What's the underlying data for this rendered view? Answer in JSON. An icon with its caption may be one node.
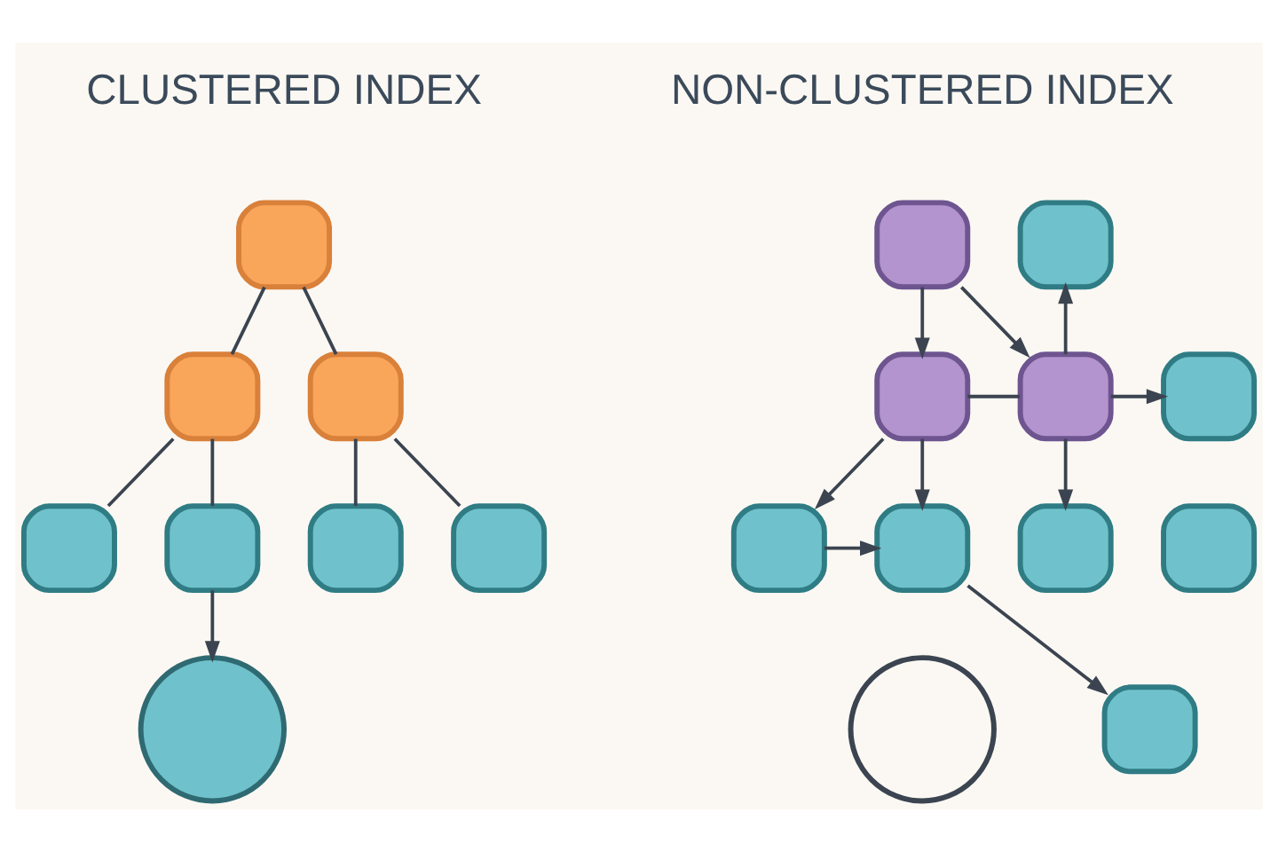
{
  "diagram": {
    "nodes": [
      {
        "text": [],
        "shape": "box"
      },
      {
        "text": [],
        "shape": "box"
      },
      {
        "text": [],
        "shape": "box"
      },
      {
        "text": [],
        "shape": "box"
      },
      {
        "text": [],
        "shape": "box"
      },
      {
        "text": [],
        "shape": "box"
      },
      {
        "text": [],
        "shape": "box"
      },
      {
        "text": [],
        "shape": "circle"
      },
      {
        "text": [],
        "shape": "box"
      },
      {
        "text": [],
        "shape": "box"
      },
      {
        "text": [],
        "shape": "box"
      },
      {
        "text": [],
        "shape": "box"
      },
      {
        "text": [],
        "shape": "box"
      },
      {
        "text": [],
        "shape": "box"
      },
      {
        "text": [],
        "shape": "box"
      },
      {
        "text": [],
        "shape": "box"
      },
      {
        "text": [],
        "shape": "box"
      },
      {
        "text": [],
        "shape": "box"
      },
      {
        "text": [],
        "shape": "circle"
      }
    ],
    "edges": [
      {
        "from": 0,
        "to": 1,
        "arrow": "none"
      },
      {
        "from": 0,
        "to": 2,
        "arrow": "none"
      },
      {
        "from": 1,
        "to": 3,
        "arrow": "none"
      },
      {
        "from": 1,
        "to": 4,
        "arrow": "none"
      },
      {
        "from": 2,
        "to": 5,
        "arrow": "none"
      },
      {
        "from": 2,
        "to": 6,
        "arrow": "none"
      },
      {
        "from": 4,
        "to": 7,
        "arrow": "to"
      },
      {
        "from": 8,
        "to": 9,
        "arrow": "to"
      },
      {
        "from": 8,
        "to": 10,
        "arrow": "to"
      },
      {
        "from": 9,
        "to": 10,
        "arrow": "none"
      },
      {
        "from": 10,
        "to": 11,
        "arrow": "to"
      },
      {
        "from": 10,
        "to": 12,
        "arrow": "to"
      },
      {
        "from": 10,
        "to": 13,
        "arrow": "to"
      },
      {
        "from": 9,
        "to": 14,
        "arrow": "to"
      },
      {
        "from": 9,
        "to": 15,
        "arrow": "to"
      },
      {
        "from": 14,
        "to": 15,
        "arrow": "to"
      },
      {
        "from": 15,
        "to": 17,
        "arrow": "to"
      }
    ],
    "labels": [
      "CLUSTERED INDEX",
      "NON-CLUSTERED INDEX"
    ]
  }
}
